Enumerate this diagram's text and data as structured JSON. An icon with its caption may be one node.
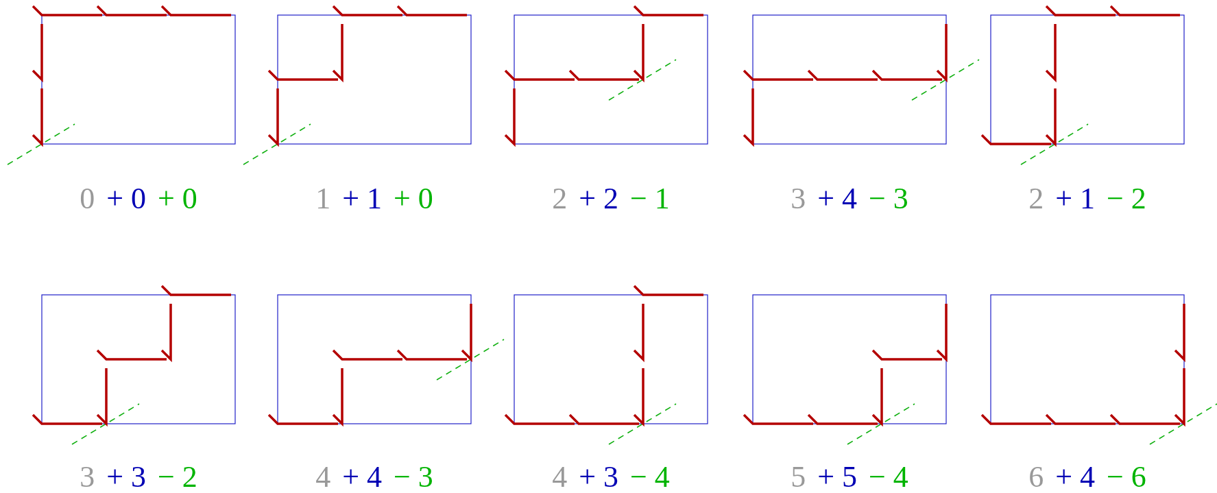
{
  "diagram": {
    "labels": [
      "0",
      "+ 0",
      "+ 0",
      "1",
      "+ 1",
      "+ 0",
      "2",
      "+ 2",
      "− 1",
      "3",
      "+ 4",
      "− 3",
      "2",
      "+ 1",
      "− 2",
      "3",
      "+ 3",
      "− 2",
      "4",
      "+ 4",
      "− 3",
      "4",
      "+ 3",
      "− 4",
      "5",
      "+ 5",
      "− 4",
      "6",
      "+ 4",
      "− 6"
    ]
  }
}
